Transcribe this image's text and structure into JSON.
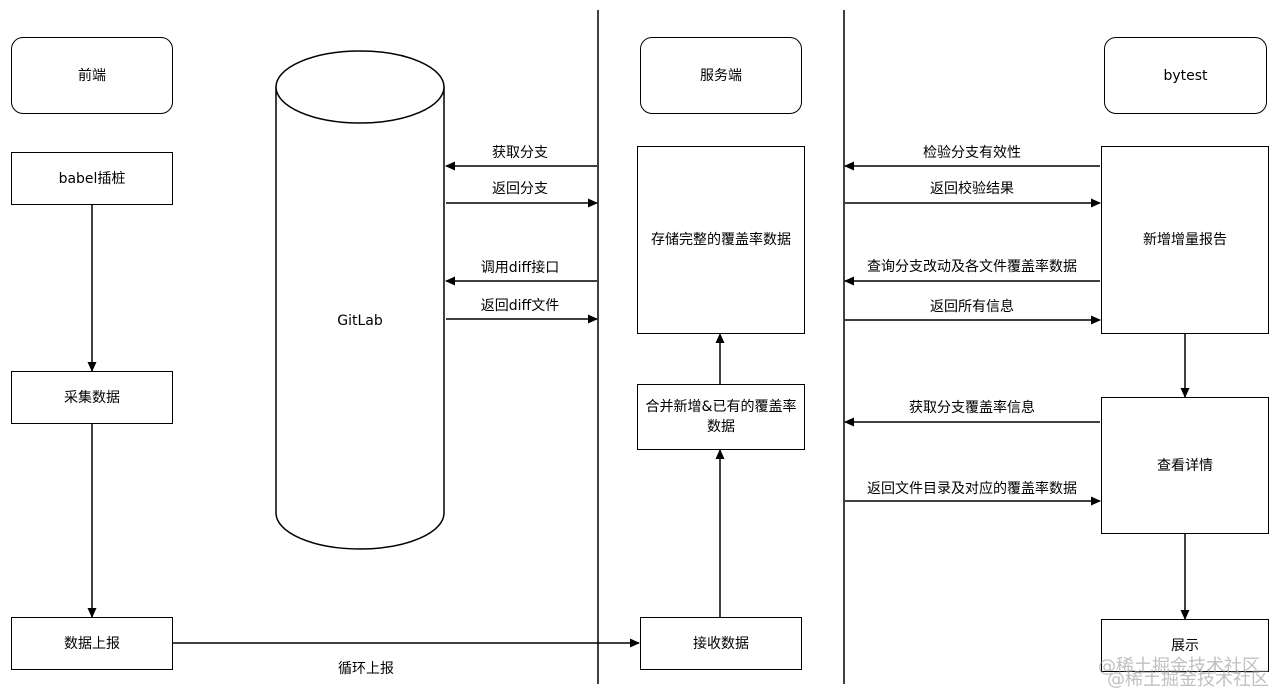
{
  "lanes": {
    "frontend": "前端",
    "server": "服务端",
    "bytest": "bytest"
  },
  "gitlab": "GitLab",
  "frontend_steps": {
    "babel": "babel插桩",
    "collect": "采集数据",
    "report": "数据上报"
  },
  "loop_label": "循环上报",
  "server_steps": {
    "store": "存储完整的覆盖率数据",
    "merge": "合并新增&已有的覆盖率数据",
    "receive": "接收数据"
  },
  "gitlab_messages": {
    "get_branch": "获取分支",
    "return_branch": "返回分支",
    "call_diff": "调用diff接口",
    "return_diff": "返回diff文件"
  },
  "bytest_steps": {
    "new_report": "新增增量报告",
    "view_detail": "查看详情",
    "show": "展示"
  },
  "bytest_messages": {
    "check_branch": "检验分支有效性",
    "return_check": "返回校验结果",
    "query_changes": "查询分支改动及各文件覆盖率数据",
    "return_all": "返回所有信息",
    "get_coverage": "获取分支覆盖率信息",
    "return_dir": "返回文件目录及对应的覆盖率数据"
  },
  "watermark": "@稀土掘金技术社区",
  "colors": {
    "line": "#000000",
    "background": "#ffffff"
  }
}
